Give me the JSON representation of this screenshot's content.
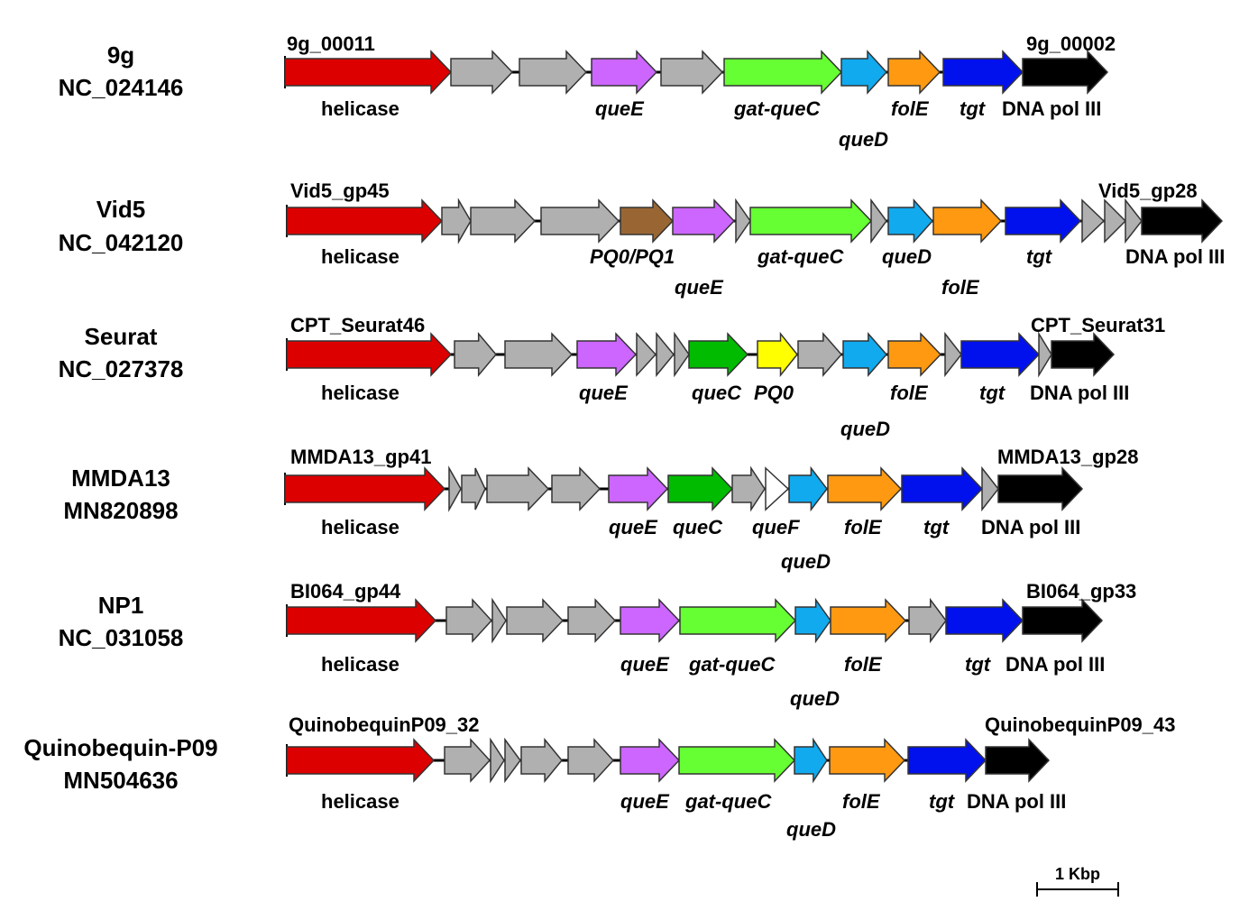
{
  "colors": {
    "helicase": "#dd0000",
    "hypothetical": "#b0b0b0",
    "queE": "#cc66ff",
    "gat-queC": "#66ff33",
    "queC": "#00bb00",
    "queD": "#11aaee",
    "folE": "#ff9911",
    "tgt": "#0011ee",
    "DNA pol III": "#000000",
    "PQ0/PQ1": "#996633",
    "PQ0": "#ffff00",
    "queF": "#ffffff"
  },
  "scale_bar": {
    "label": "1 Kbp"
  },
  "phages": [
    {
      "name": "9g",
      "accession": "NC_024146",
      "start_id": "9g_00011",
      "end_id": "9g_00002",
      "genes": [
        "helicase",
        "hypothetical",
        "hypothetical",
        "queE",
        "hypothetical",
        "gat-queC",
        "queD",
        "folE",
        "tgt",
        "DNA pol III"
      ],
      "labels": [
        {
          "text": "helicase",
          "italic": false
        },
        {
          "text": "queE",
          "italic": true
        },
        {
          "text": "gat-queC",
          "italic": true
        },
        {
          "text": "folE",
          "italic": true
        },
        {
          "text": "queD",
          "italic": true
        },
        {
          "text": "tgt",
          "italic": true
        },
        {
          "text": "DNA pol III",
          "italic": false
        }
      ]
    },
    {
      "name": "Vid5",
      "accession": "NC_042120",
      "start_id": "Vid5_gp45",
      "end_id": "Vid5_gp28",
      "genes": [
        "helicase",
        "hypothetical",
        "hypothetical",
        "hypothetical",
        "PQ0/PQ1",
        "queE",
        "hypothetical",
        "gat-queC",
        "hypothetical",
        "queD",
        "folE",
        "tgt",
        "hypothetical",
        "hypothetical",
        "hypothetical",
        "DNA pol III"
      ],
      "labels": [
        {
          "text": "helicase",
          "italic": false
        },
        {
          "text": "PQ0/PQ1",
          "italic": true
        },
        {
          "text": "queE",
          "italic": true
        },
        {
          "text": "gat-queC",
          "italic": true
        },
        {
          "text": "queD",
          "italic": true
        },
        {
          "text": "folE",
          "italic": true
        },
        {
          "text": "tgt",
          "italic": true
        },
        {
          "text": "DNA pol III",
          "italic": false
        }
      ]
    },
    {
      "name": "Seurat",
      "accession": "NC_027378",
      "start_id": "CPT_Seurat46",
      "end_id": "CPT_Seurat31",
      "genes": [
        "helicase",
        "hypothetical",
        "hypothetical",
        "queE",
        "hypothetical",
        "hypothetical",
        "hypothetical",
        "queC",
        "PQ0",
        "hypothetical",
        "queD",
        "folE",
        "hypothetical",
        "tgt",
        "hypothetical",
        "DNA pol III"
      ],
      "labels": [
        {
          "text": "helicase",
          "italic": false
        },
        {
          "text": "queE",
          "italic": true
        },
        {
          "text": "queC",
          "italic": true
        },
        {
          "text": "PQ0",
          "italic": true
        },
        {
          "text": "folE",
          "italic": true
        },
        {
          "text": "tgt",
          "italic": true
        },
        {
          "text": "DNA pol III",
          "italic": false
        },
        {
          "text": "queD",
          "italic": true
        }
      ]
    },
    {
      "name": "MMDA13",
      "accession": "MN820898",
      "start_id": "MMDA13_gp41",
      "end_id": "MMDA13_gp28",
      "genes": [
        "helicase",
        "hypothetical",
        "hypothetical",
        "hypothetical",
        "hypothetical",
        "queE",
        "queC",
        "hypothetical",
        "queF",
        "queD",
        "folE",
        "tgt",
        "hypothetical",
        "DNA pol III"
      ],
      "labels": [
        {
          "text": "helicase",
          "italic": false
        },
        {
          "text": "queE",
          "italic": true
        },
        {
          "text": "queC",
          "italic": true
        },
        {
          "text": "queF",
          "italic": true
        },
        {
          "text": "folE",
          "italic": true
        },
        {
          "text": "tgt",
          "italic": true
        },
        {
          "text": "DNA pol III",
          "italic": false
        },
        {
          "text": "queD",
          "italic": true
        }
      ]
    },
    {
      "name": "NP1",
      "accession": "NC_031058",
      "start_id": "BI064_gp44",
      "end_id": "BI064_gp33",
      "genes": [
        "helicase",
        "hypothetical",
        "hypothetical",
        "hypothetical",
        "hypothetical",
        "queE",
        "gat-queC",
        "queD",
        "folE",
        "hypothetical",
        "tgt",
        "DNA pol III"
      ],
      "labels": [
        {
          "text": "helicase",
          "italic": false
        },
        {
          "text": "queE",
          "italic": true
        },
        {
          "text": "gat-queC",
          "italic": true
        },
        {
          "text": "folE",
          "italic": true
        },
        {
          "text": "tgt",
          "italic": true
        },
        {
          "text": "DNA pol III",
          "italic": false
        },
        {
          "text": "queD",
          "italic": true
        }
      ]
    },
    {
      "name": "Quinobequin-P09",
      "accession": "MN504636",
      "start_id": "QuinobequinP09_32",
      "end_id": "QuinobequinP09_43",
      "genes": [
        "helicase",
        "hypothetical",
        "hypothetical",
        "hypothetical",
        "hypothetical",
        "hypothetical",
        "queE",
        "gat-queC",
        "queD",
        "folE",
        "tgt",
        "DNA pol III"
      ],
      "labels": [
        {
          "text": "helicase",
          "italic": false
        },
        {
          "text": "queE",
          "italic": true
        },
        {
          "text": "gat-queC",
          "italic": true
        },
        {
          "text": "folE",
          "italic": true
        },
        {
          "text": "queD",
          "italic": true
        },
        {
          "text": "tgt",
          "italic": true
        },
        {
          "text": "DNA pol III",
          "italic": false
        }
      ]
    }
  ]
}
